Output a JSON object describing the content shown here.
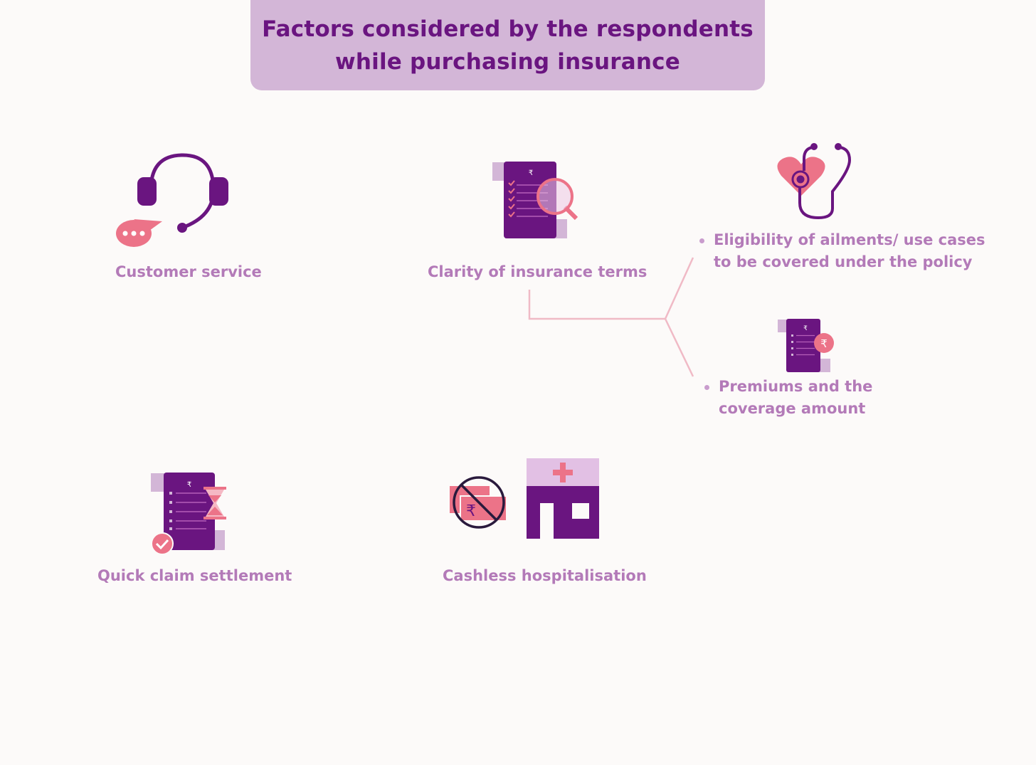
{
  "title": "Factors considered by the respondents\nwhile purchasing insurance",
  "colors": {
    "title_bg": "#d3b6d7",
    "title_text": "#6a1580",
    "label_text": "#b37ab8",
    "purple": "#6a1580",
    "light_purple": "#d3b6d7",
    "pink": "#ec7388",
    "connector": "#f0bac6"
  },
  "factors": [
    {
      "label": "Customer service",
      "icon": "headset-icon"
    },
    {
      "label": "Clarity of insurance terms",
      "icon": "document-magnifier-icon"
    },
    {
      "label": "Quick claim settlement",
      "icon": "document-hourglass-icon"
    },
    {
      "label": "Cashless hospitalisation",
      "icon": "hospital-no-cash-icon"
    }
  ],
  "sub_factors": [
    {
      "label": "Eligibility of ailments/ use cases\nto be covered under the policy",
      "icon": "stethoscope-heart-icon"
    },
    {
      "label": "Premiums and the\ncoverage amount",
      "icon": "document-rupee-icon"
    }
  ],
  "currency_symbol": "₹"
}
